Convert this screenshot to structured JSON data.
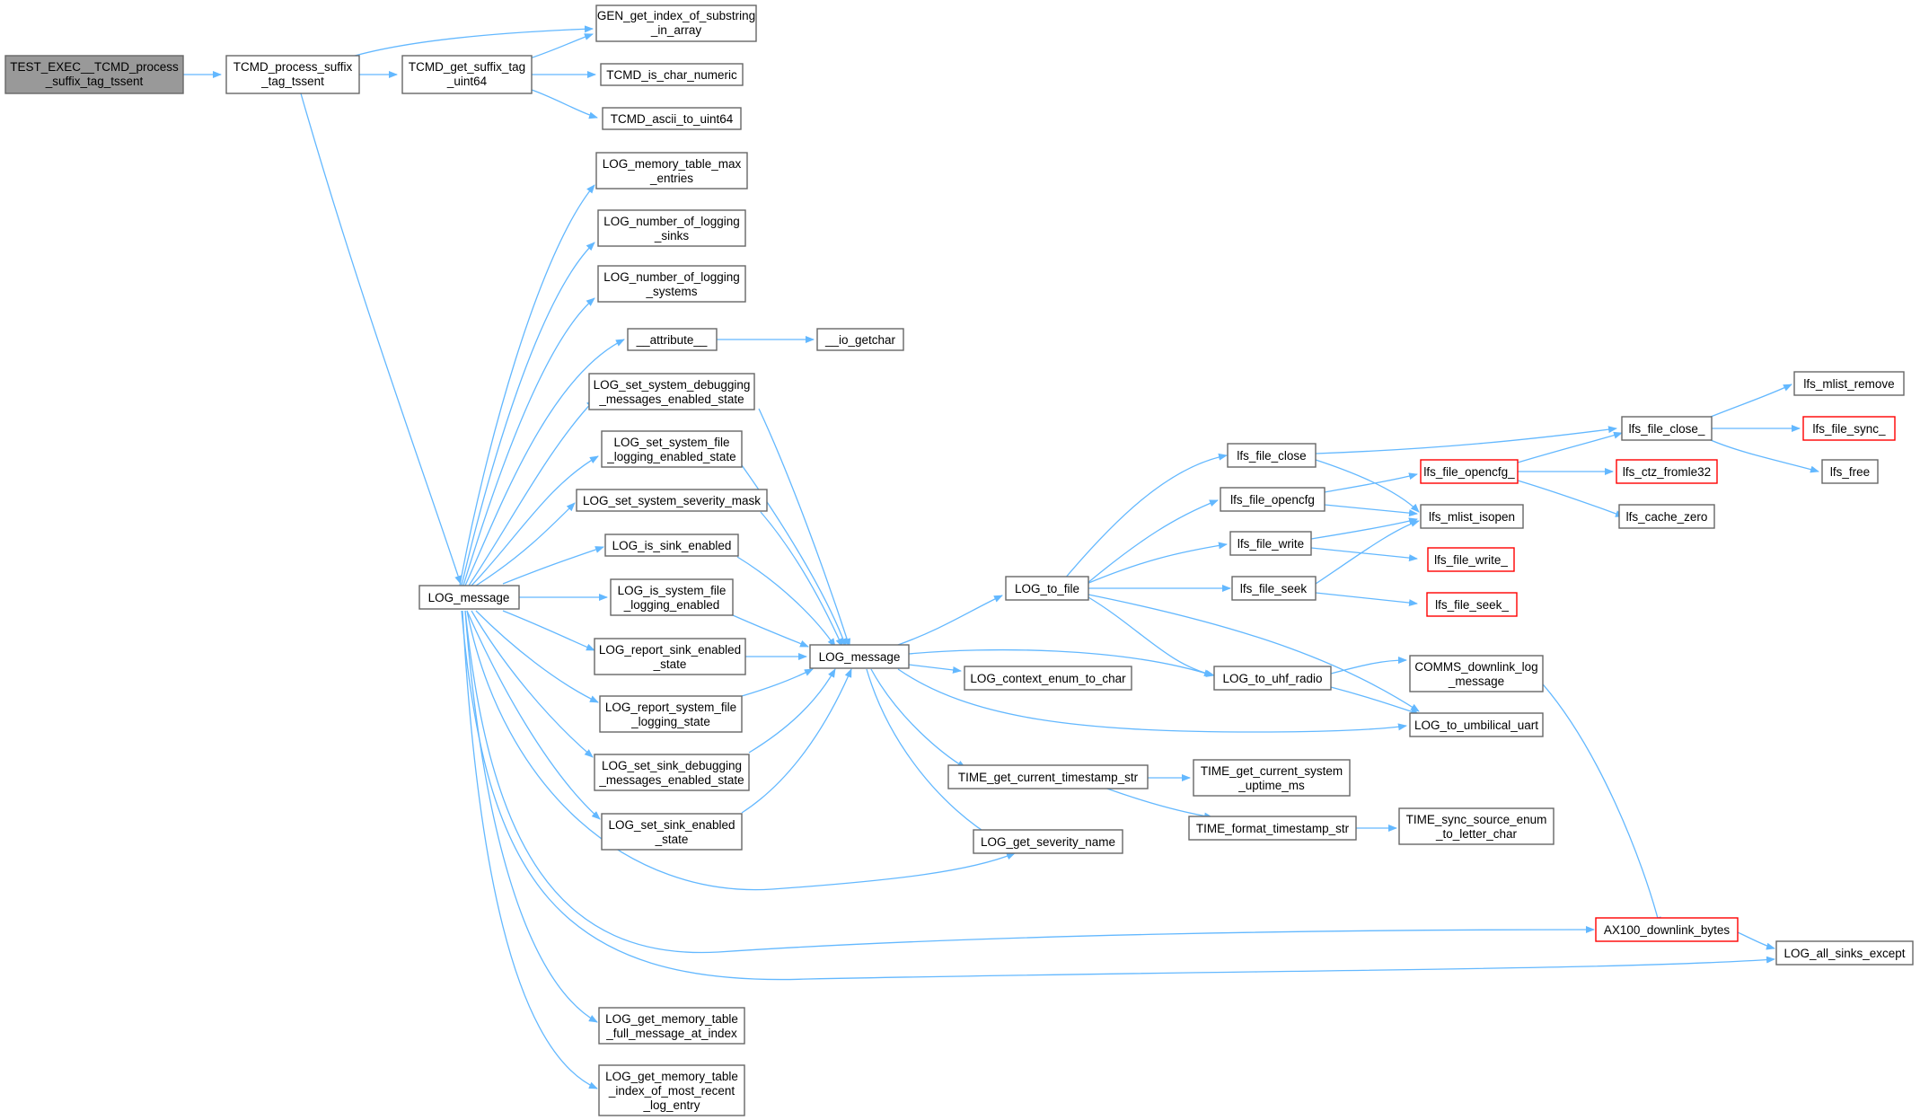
{
  "colors": {
    "edge": "#63b8ff",
    "node_border": "#666666",
    "root_fill": "#999999",
    "truncated_border": "#ff0000"
  },
  "nodes": {
    "n0": {
      "lines": [
        "TEST_EXEC__TCMD_process",
        "_suffix_tag_tssent"
      ]
    },
    "n1": {
      "lines": [
        "TCMD_process_suffix",
        "_tag_tssent"
      ]
    },
    "n2": {
      "lines": [
        "TCMD_get_suffix_tag",
        "_uint64"
      ]
    },
    "n3": {
      "lines": [
        "GEN_get_index_of_substring",
        "_in_array"
      ]
    },
    "n4": {
      "lines": [
        "TCMD_is_char_numeric"
      ]
    },
    "n5": {
      "lines": [
        "TCMD_ascii_to_uint64"
      ]
    },
    "n6": {
      "lines": [
        "LOG_message"
      ]
    },
    "n7": {
      "lines": [
        "LOG_memory_table_max",
        "_entries"
      ]
    },
    "n8": {
      "lines": [
        "LOG_number_of_logging",
        "_sinks"
      ]
    },
    "n9": {
      "lines": [
        "LOG_number_of_logging",
        "_systems"
      ]
    },
    "n10": {
      "lines": [
        "__attribute__"
      ]
    },
    "n11": {
      "lines": [
        "__io_getchar"
      ]
    },
    "n12": {
      "lines": [
        "LOG_set_system_debugging",
        "_messages_enabled_state"
      ]
    },
    "n13": {
      "lines": [
        "LOG_set_system_file",
        "_logging_enabled_state"
      ]
    },
    "n14": {
      "lines": [
        "LOG_set_system_severity_mask"
      ]
    },
    "n15": {
      "lines": [
        "LOG_is_sink_enabled"
      ]
    },
    "n16": {
      "lines": [
        "LOG_is_system_file",
        "_logging_enabled"
      ]
    },
    "n17": {
      "lines": [
        "LOG_report_sink_enabled",
        "_state"
      ]
    },
    "n18": {
      "lines": [
        "LOG_report_system_file",
        "_logging_state"
      ]
    },
    "n19": {
      "lines": [
        "LOG_set_sink_debugging",
        "_messages_enabled_state"
      ]
    },
    "n20": {
      "lines": [
        "LOG_set_sink_enabled",
        "_state"
      ]
    },
    "n21": {
      "lines": [
        "LOG_get_memory_table",
        "_full_message_at_index"
      ]
    },
    "n22": {
      "lines": [
        "LOG_get_memory_table",
        "_index_of_most_recent",
        "_log_entry"
      ]
    },
    "n23": {
      "lines": [
        "LOG_message"
      ]
    },
    "n24": {
      "lines": [
        "LOG_to_file"
      ]
    },
    "n25": {
      "lines": [
        "LOG_context_enum_to_char"
      ]
    },
    "n26": {
      "lines": [
        "TIME_get_current_timestamp_str"
      ]
    },
    "n27": {
      "lines": [
        "LOG_get_severity_name"
      ]
    },
    "n28": {
      "lines": [
        "lfs_file_close"
      ]
    },
    "n29": {
      "lines": [
        "lfs_file_opencfg"
      ]
    },
    "n30": {
      "lines": [
        "lfs_file_write"
      ]
    },
    "n31": {
      "lines": [
        "lfs_file_seek"
      ]
    },
    "n32": {
      "lines": [
        "LOG_to_uhf_radio"
      ]
    },
    "n33": {
      "lines": [
        "TIME_get_current_system",
        "_uptime_ms"
      ]
    },
    "n34": {
      "lines": [
        "TIME_format_timestamp_str"
      ]
    },
    "n35": {
      "lines": [
        "lfs_file_opencfg_"
      ]
    },
    "n36": {
      "lines": [
        "lfs_mlist_isopen"
      ]
    },
    "n37": {
      "lines": [
        "lfs_file_write_"
      ]
    },
    "n38": {
      "lines": [
        "lfs_file_seek_"
      ]
    },
    "n39": {
      "lines": [
        "COMMS_downlink_log",
        "_message"
      ]
    },
    "n40": {
      "lines": [
        "LOG_to_umbilical_uart"
      ]
    },
    "n41": {
      "lines": [
        "TIME_sync_source_enum",
        "_to_letter_char"
      ]
    },
    "n42": {
      "lines": [
        "lfs_file_close_"
      ]
    },
    "n43": {
      "lines": [
        "lfs_ctz_fromle32"
      ]
    },
    "n44": {
      "lines": [
        "lfs_cache_zero"
      ]
    },
    "n45": {
      "lines": [
        "lfs_mlist_remove"
      ]
    },
    "n46": {
      "lines": [
        "lfs_file_sync_"
      ]
    },
    "n47": {
      "lines": [
        "lfs_free"
      ]
    },
    "n48": {
      "lines": [
        "AX100_downlink_bytes"
      ]
    },
    "n49": {
      "lines": [
        "LOG_all_sinks_except"
      ]
    }
  }
}
